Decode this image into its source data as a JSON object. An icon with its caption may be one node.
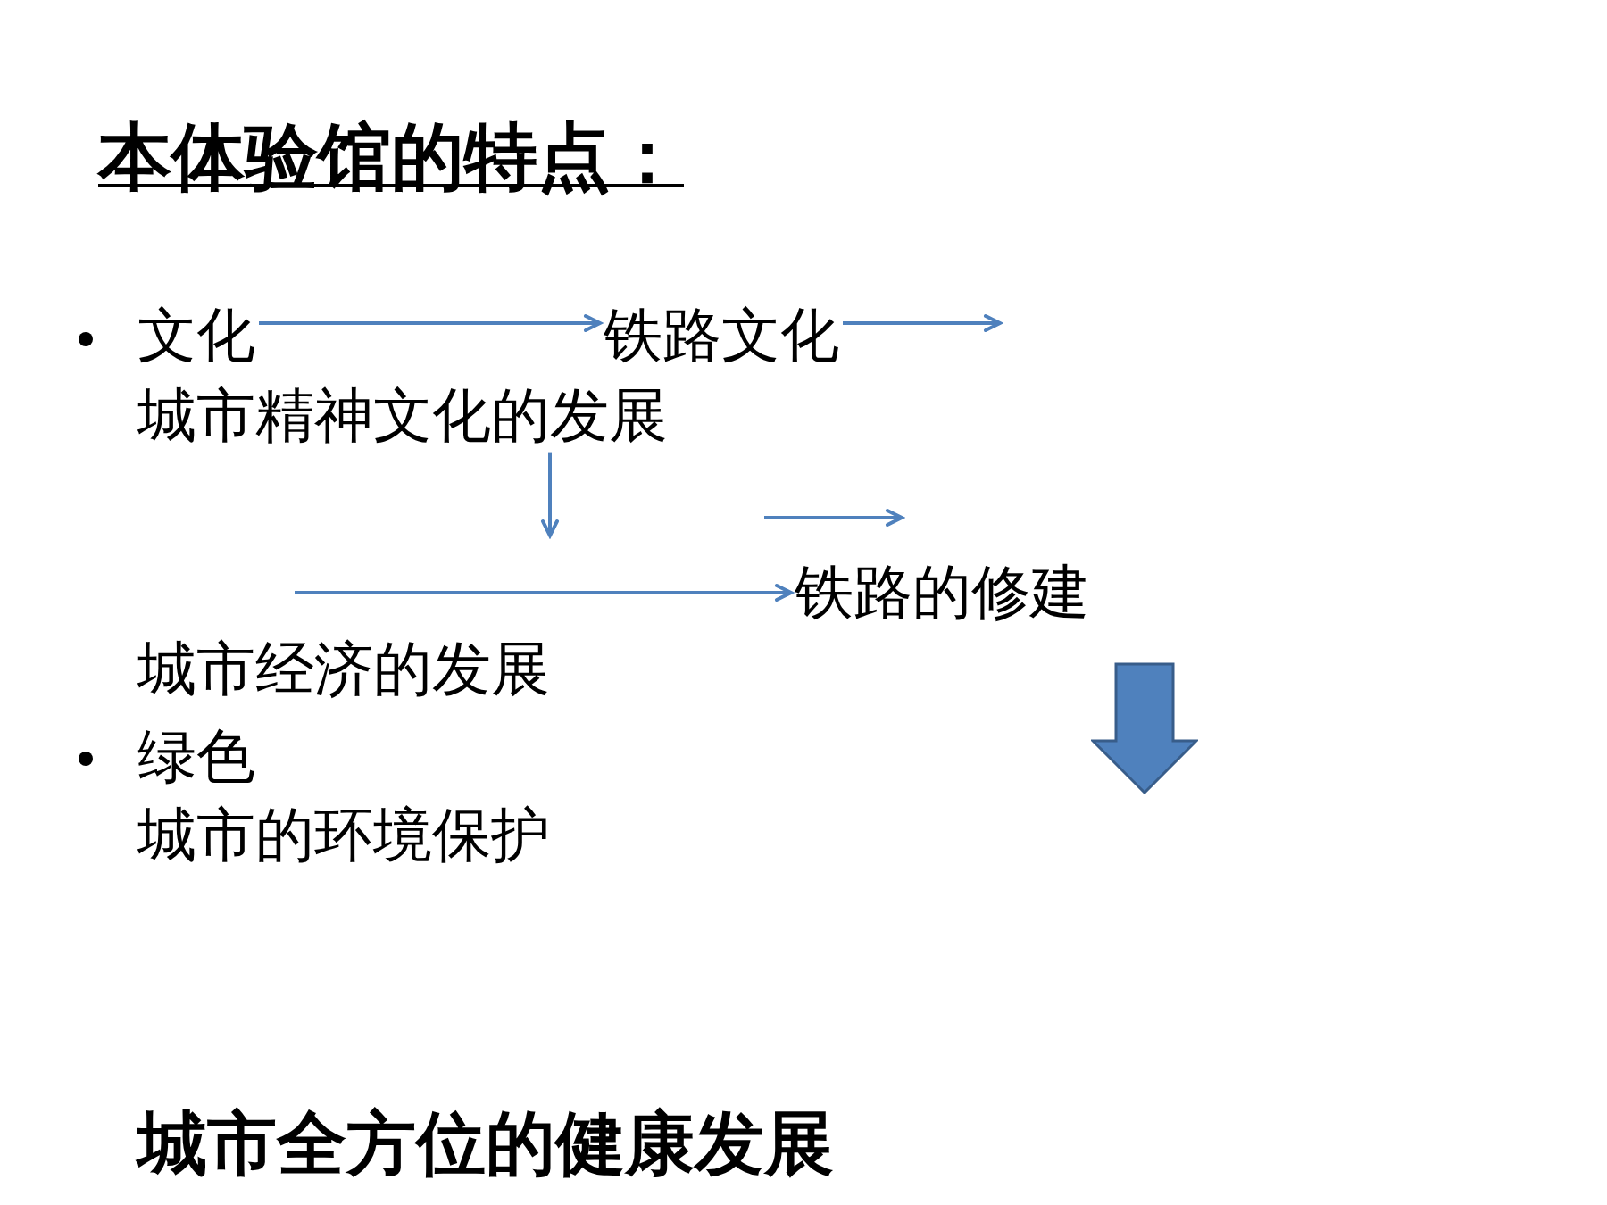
{
  "diagram": {
    "title": "本体验馆的特点：",
    "nodes": [
      {
        "text": [
          "文化"
        ]
      },
      {
        "text": [
          "铁路文化"
        ]
      },
      {
        "text": [
          "城市精神文化的发展"
        ]
      },
      {
        "text": [
          "铁路的修建"
        ]
      },
      {
        "text": [
          "城市经济的发展"
        ]
      },
      {
        "text": [
          "绿色"
        ]
      },
      {
        "text": [
          "城市的环境保护"
        ]
      },
      {
        "text": [],
        "shape": "arrow"
      },
      {
        "text": [
          "城市全方位的健康发展"
        ]
      }
    ],
    "edges": [
      {
        "from": 0,
        "to": 1,
        "arrow": "to"
      },
      {
        "from": 1,
        "to": null,
        "arrow": "to"
      },
      {
        "from": 2,
        "to": null,
        "arrow": "to"
      },
      {
        "from": null,
        "to": 3,
        "arrow": "to"
      },
      {
        "from": null,
        "to": 3,
        "arrow": "to"
      }
    ]
  }
}
